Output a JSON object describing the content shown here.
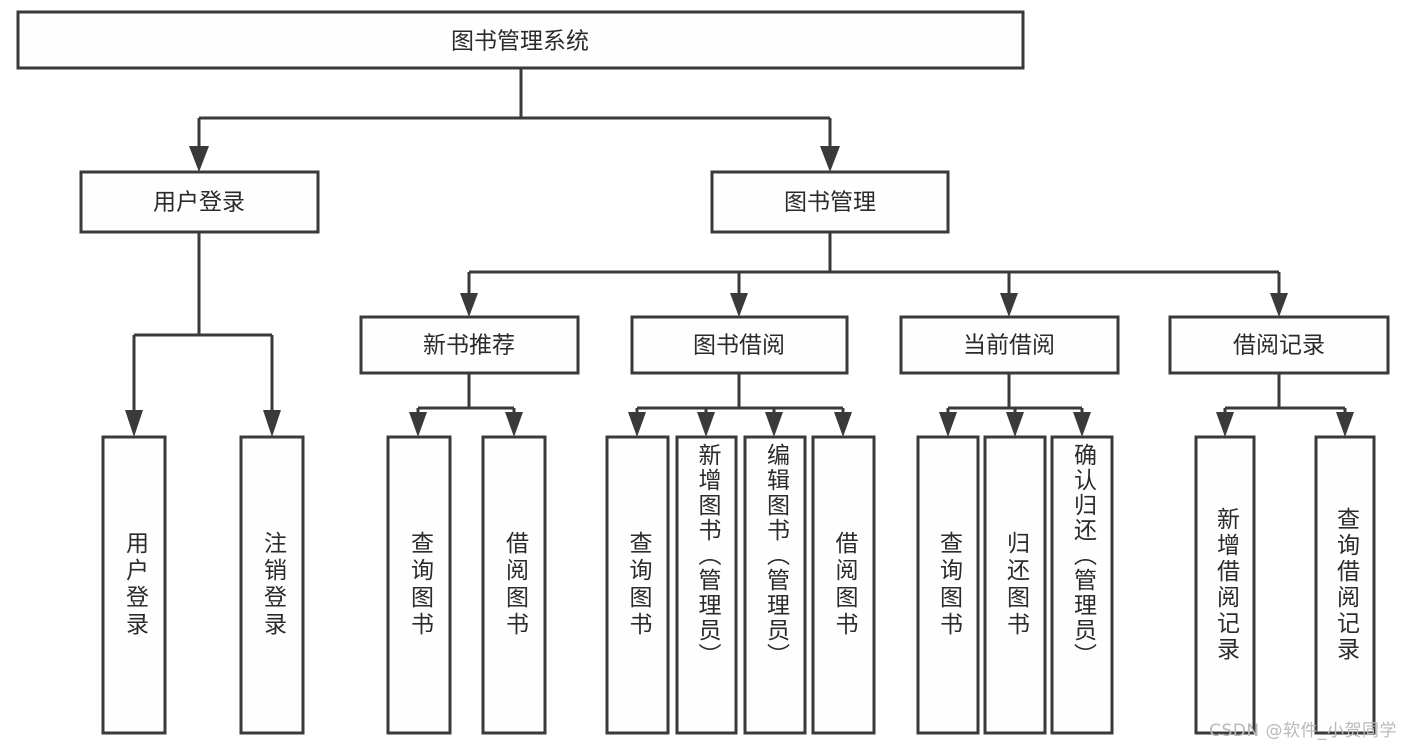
{
  "diagram": {
    "title": "图书管理系统",
    "type": "tree-hierarchy",
    "watermark": "CSDN @软件_小贺同学",
    "colors": {
      "stroke": "#3a3a3a",
      "box_fill": "#fefefe",
      "text": "#2b2b2b",
      "background": "#ffffff",
      "watermark": "#b9b9b9"
    },
    "levels": {
      "root": {
        "label": "图书管理系统"
      },
      "level2": [
        {
          "label": "用户登录"
        },
        {
          "label": "图书管理"
        }
      ],
      "level3": [
        {
          "label": "新书推荐"
        },
        {
          "label": "图书借阅"
        },
        {
          "label": "当前借阅"
        },
        {
          "label": "借阅记录"
        }
      ],
      "leaves": {
        "user_login": [
          {
            "label": "用户登录"
          },
          {
            "label": "注销登录"
          }
        ],
        "new_book_recommend": [
          {
            "label": "查询图书"
          },
          {
            "label": "借阅图书"
          }
        ],
        "book_borrow": [
          {
            "label": "查询图书"
          },
          {
            "label": "新增图书（管理员）"
          },
          {
            "label": "编辑图书（管理员）"
          },
          {
            "label": "借阅图书"
          }
        ],
        "current_borrow": [
          {
            "label": "查询图书"
          },
          {
            "label": "归还图书"
          },
          {
            "label": "确认归还（管理员）"
          }
        ],
        "borrow_record": [
          {
            "label": "新增借阅记录"
          },
          {
            "label": "查询借阅记录"
          }
        ]
      }
    }
  }
}
